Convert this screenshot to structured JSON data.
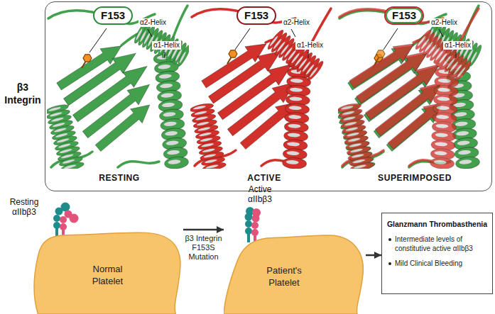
{
  "diagram": {
    "nodes": [
      {
        "text": [
          "β3 Integrin"
        ]
      },
      {
        "text": [
          "F153"
        ],
        "in": 0
      },
      {
        "text": [
          "F153"
        ],
        "in": 0
      },
      {
        "text": [
          "F153"
        ],
        "in": 0
      },
      {
        "text": [
          "Resting αIIbβ3",
          "Normal Platelet"
        ]
      },
      {
        "text": [
          "Active αIIbβ3",
          "Patient's Platelet"
        ]
      },
      {
        "text": [
          "Glanzmann Thrombasthenia",
          "Intermediate levels of constitutive active αIIbβ3",
          "Mild Clinical Bleeding"
        ]
      }
    ],
    "edges": [
      {
        "from": 4,
        "to": 5,
        "arrow": "to",
        "label": "β3 Integrin F153S Mutation"
      },
      {
        "from": 5,
        "to": 6,
        "arrow": "to"
      }
    ],
    "labels": [
      "α2-Helix",
      "α1-Helix",
      "α2-Helix",
      "α1-Helix",
      "α2-Helix",
      "α1-Helix",
      "RESTING",
      "ACTIVE",
      "SUPERIMPOSED"
    ]
  }
}
